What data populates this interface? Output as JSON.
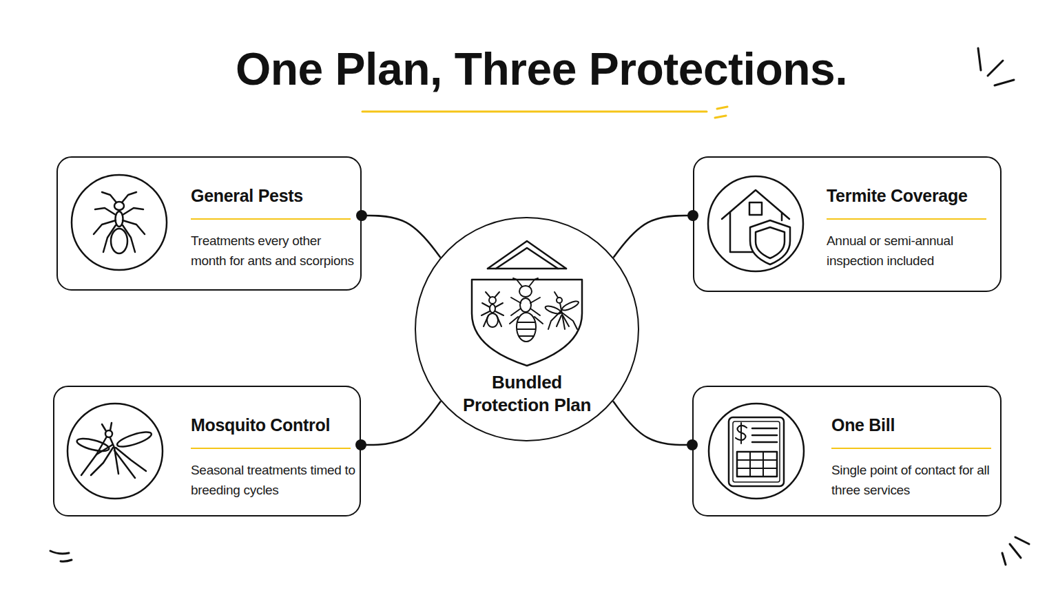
{
  "diagram": {
    "title": "One Plan, Three Protections.",
    "nodes": [
      {
        "text": [
          "General Pests",
          "Treatments every other month for ants and scorpions"
        ]
      },
      {
        "text": [
          "Termite Coverage",
          "Annual or semi-annual inspection included"
        ]
      },
      {
        "text": [
          "Bundled Protection Plan"
        ]
      },
      {
        "text": [
          "Mosquito Control",
          "Seasonal treatments timed to breeding cycles"
        ]
      },
      {
        "text": [
          "One Bill",
          "Single point of contact for all three services"
        ]
      }
    ],
    "edges": [
      {
        "from": 2,
        "to": 0,
        "arrow": "none"
      },
      {
        "from": 2,
        "to": 1,
        "arrow": "none"
      },
      {
        "from": 2,
        "to": 3,
        "arrow": "none"
      },
      {
        "from": 2,
        "to": 4,
        "arrow": "none"
      }
    ]
  }
}
